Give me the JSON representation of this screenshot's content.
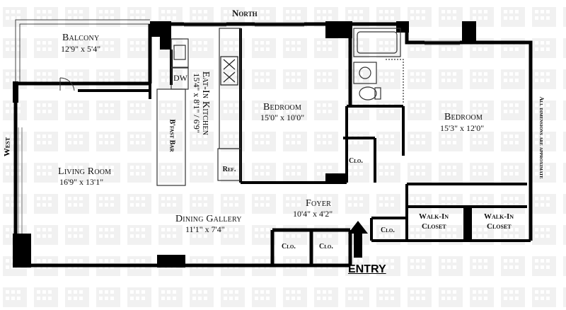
{
  "compass": {
    "north": "North",
    "west": "West"
  },
  "rooms": {
    "balcony": {
      "name": "Balcony",
      "dims": "12'9\" x 5'4\""
    },
    "kitchen": {
      "name": "Eat-In Kitchen",
      "dims": "15'4\" x 8'1\" / 6'9\""
    },
    "bedroom1": {
      "name": "Bedroom",
      "dims": "15'0\" x 10'0\""
    },
    "bedroom2": {
      "name": "Bedroom",
      "dims": "15'3\" x 12'0\""
    },
    "living": {
      "name": "Living Room",
      "dims": "16'9\" x 13'1\""
    },
    "dining": {
      "name": "Dining Gallery",
      "dims": "11'1\" x 7'4\""
    },
    "foyer": {
      "name": "Foyer",
      "dims": "10'4\" x 4'2\""
    },
    "walkin1": {
      "line1": "Walk-In",
      "line2": "Closet"
    },
    "walkin2": {
      "line1": "Walk-In",
      "line2": "Closet"
    }
  },
  "fixtures": {
    "dw": "DW",
    "ref": "Ref.",
    "bfast": "B'fast Bar",
    "clo_bed1": "Clo.",
    "clo_hall": "Clo.",
    "clo_a": "Clo.",
    "clo_b": "Clo."
  },
  "note": "All dimensions are approximate",
  "entry": "ENTRY"
}
